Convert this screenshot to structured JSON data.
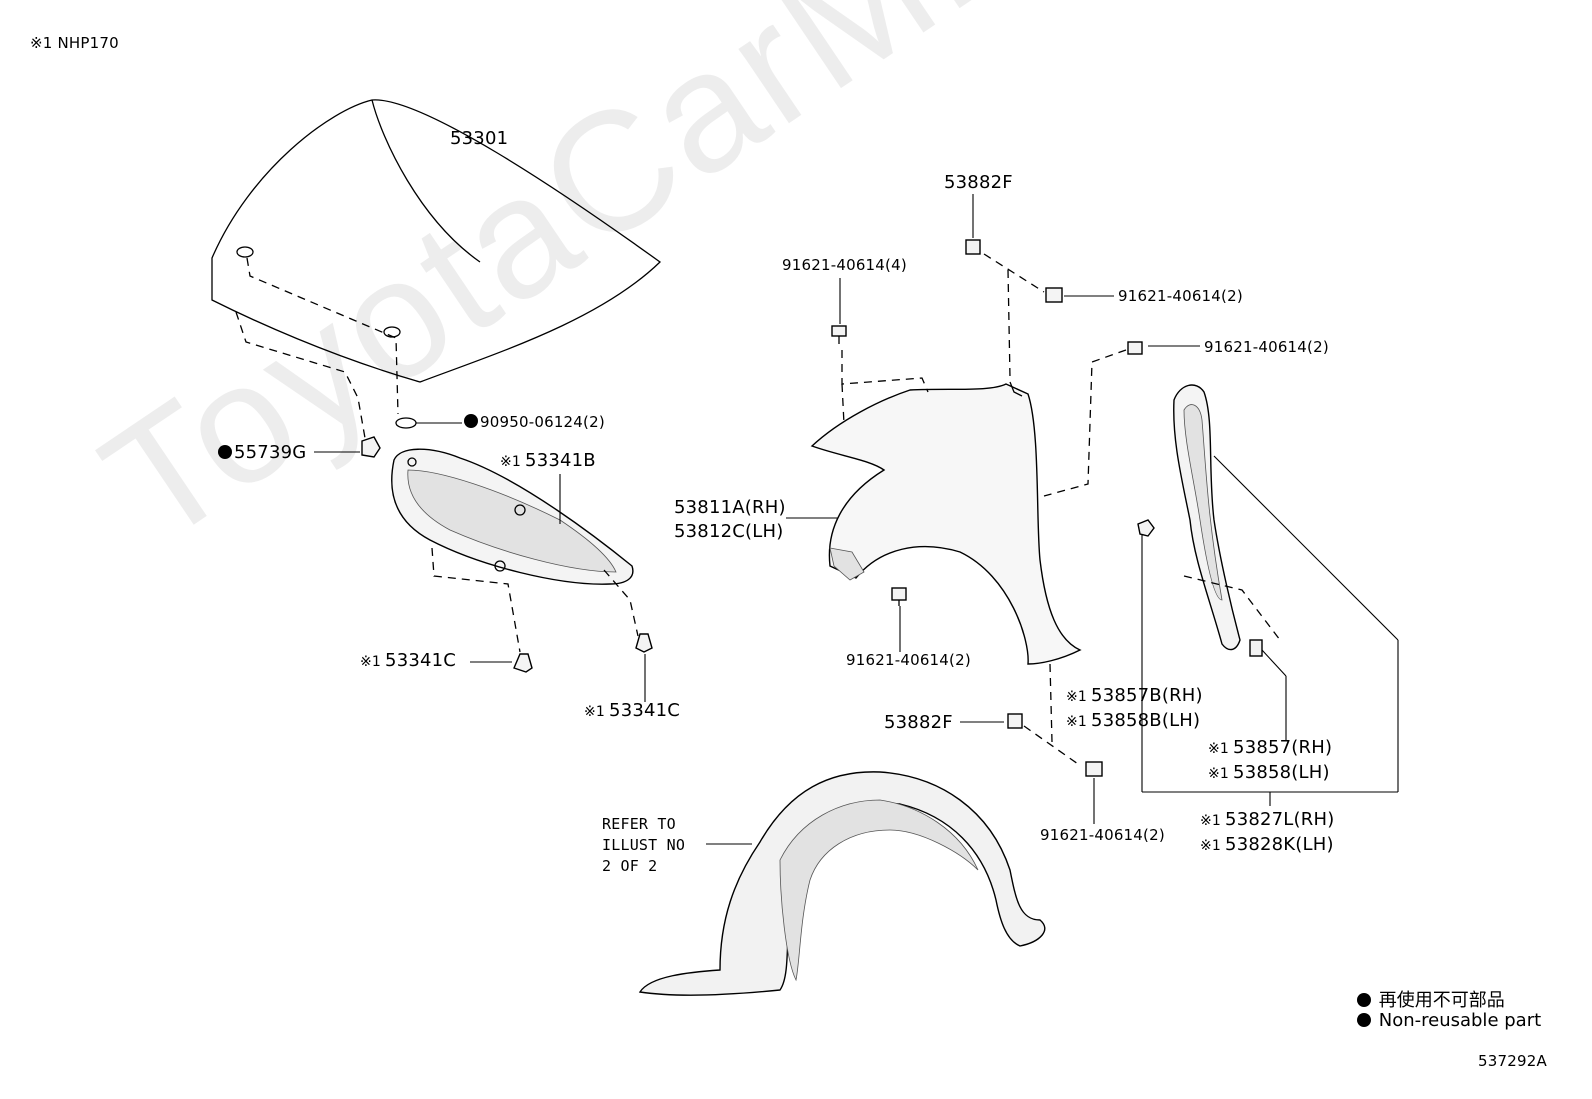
{
  "header": {
    "note_mark": "※1",
    "note_text": "NHP170"
  },
  "watermark": "ToyotaCarMine.ru",
  "labels": {
    "hood": "53301",
    "retainer_top": "53882F",
    "bolt_top_qty4": "91621-40614(4)",
    "bolt_right_a": "91621-40614(2)",
    "bolt_right_b": "91621-40614(2)",
    "hole_plug": "90950-06124(2)",
    "cushion": "55739G",
    "insulator": "53341B",
    "fender_rh": "53811A(RH)",
    "fender_lh": "53812C(LH)",
    "clip_left": "53341C",
    "clip_right": "53341C",
    "bolt_fender_lower": "91621-40614(2)",
    "seal_rh": "53857B(RH)",
    "seal_lh": "53858B(LH)",
    "retainer_bottom": "53882F",
    "seal2_rh": "53857(RH)",
    "seal2_lh": "53858(LH)",
    "bracket_rh": "53827L(RH)",
    "bracket_lh": "53828K(LH)",
    "bolt_bottom": "91621-40614(2)",
    "refer_line1": "REFER TO",
    "refer_line2": "ILLUST NO",
    "refer_line3": "2 OF 2",
    "mark": "※1"
  },
  "legend": {
    "jp": "再使用不可部品",
    "en": "Non-reusable part"
  },
  "figure_id": "537292A"
}
